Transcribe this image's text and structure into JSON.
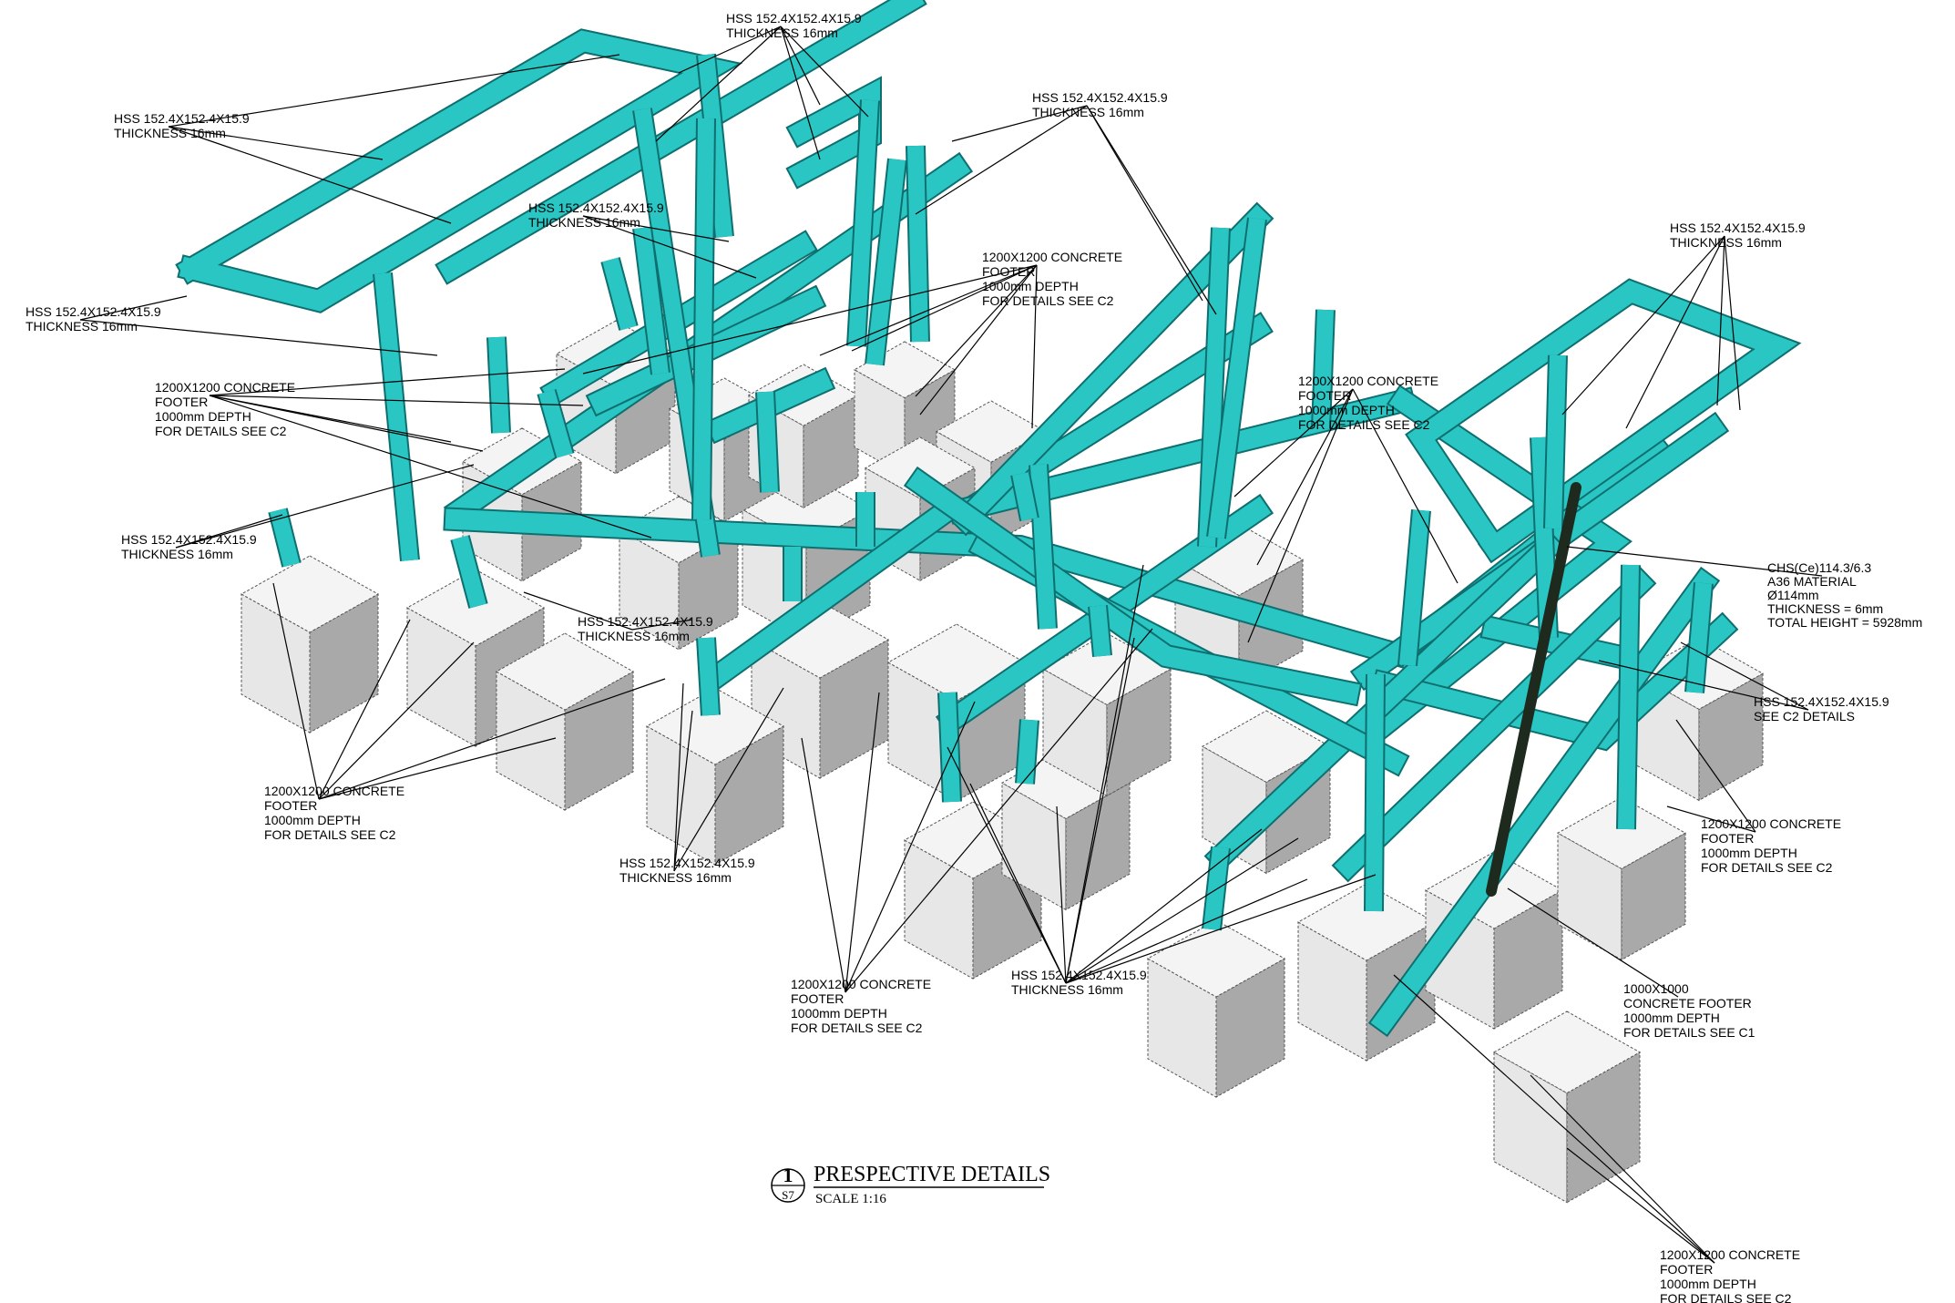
{
  "drawing": {
    "title": "PRESPECTIVE DETAILS",
    "scale": "SCALE 1:16",
    "detail_number": "1",
    "sheet_ref": "S7"
  },
  "colors": {
    "steel": "#29c6c4",
    "steel_edge": "#0f6f6f",
    "concrete_light": "#f4f4f4",
    "concrete_dark": "#a9a9a9",
    "chs_pipe": "#1e2a1e"
  },
  "callouts": [
    {
      "id": "hss_top_center",
      "lines": [
        "HSS 152.4X152.4X15.9",
        "THICKNESS 16mm"
      ]
    },
    {
      "id": "hss_top_left",
      "lines": [
        "HSS 152.4X152.4X15.9",
        "THICKNESS 16mm"
      ]
    },
    {
      "id": "hss_mid_upper",
      "lines": [
        "HSS 152.4X152.4X15.9",
        "THICKNESS 16mm"
      ]
    },
    {
      "id": "hss_top_right_center",
      "lines": [
        "HSS 152.4X152.4X15.9",
        "THICKNESS 16mm"
      ]
    },
    {
      "id": "footer_mid_upper",
      "lines": [
        "1200X1200 CONCRETE",
        "FOOTER",
        "1000mm DEPTH",
        "FOR DETAILS SEE C2"
      ]
    },
    {
      "id": "hss_left_mid",
      "lines": [
        "HSS 152.4X152.4X15.9",
        "THICKNESS 16mm"
      ]
    },
    {
      "id": "footer_left_upper",
      "lines": [
        "1200X1200 CONCRETE",
        "FOOTER",
        "1000mm DEPTH",
        "FOR DETAILS SEE C2"
      ]
    },
    {
      "id": "hss_left_lower",
      "lines": [
        "HSS 152.4X152.4X15.9",
        "THICKNESS 16mm"
      ]
    },
    {
      "id": "hss_center_left",
      "lines": [
        "HSS 152.4X152.4X15.9",
        "THICKNESS 16mm"
      ]
    },
    {
      "id": "footer_left_lower",
      "lines": [
        "1200X1200 CONCRETE",
        "FOOTER",
        "1000mm DEPTH",
        "FOR DETAILS SEE C2"
      ]
    },
    {
      "id": "hss_bottom_left",
      "lines": [
        "HSS 152.4X152.4X15.9",
        "THICKNESS 16mm"
      ]
    },
    {
      "id": "footer_bottom_center",
      "lines": [
        "1200X1200 CONCRETE",
        "FOOTER",
        "1000mm DEPTH",
        "FOR DETAILS SEE C2"
      ]
    },
    {
      "id": "hss_bottom_center",
      "lines": [
        "HSS 152.4X152.4X15.9",
        "THICKNESS 16mm"
      ]
    },
    {
      "id": "footer_right_upper",
      "lines": [
        "1200X1200 CONCRETE",
        "FOOTER",
        "1000mm DEPTH",
        "FOR DETAILS SEE C2"
      ]
    },
    {
      "id": "hss_far_right",
      "lines": [
        "HSS 152.4X152.4X15.9",
        "THICKNESS 16mm"
      ]
    },
    {
      "id": "chs_pipe",
      "lines": [
        "CHS(Ce)114.3/6.3",
        "A36 MATERIAL",
        "Ø114mm",
        "THICKNESS = 6mm",
        "TOTAL HEIGHT = 5928mm"
      ]
    },
    {
      "id": "hss_right_c2",
      "lines": [
        "HSS 152.4X152.4X15.9",
        "SEE C2 DETAILS"
      ]
    },
    {
      "id": "footer_right_mid",
      "lines": [
        "1200X1200 CONCRETE",
        "FOOTER",
        "1000mm DEPTH",
        "FOR DETAILS SEE C2"
      ]
    },
    {
      "id": "footer_1000",
      "lines": [
        "1000X1000",
        "CONCRETE FOOTER",
        "1000mm DEPTH",
        "FOR DETAILS SEE C1"
      ]
    },
    {
      "id": "footer_bottom_right",
      "lines": [
        "1200X1200 CONCRETE",
        "FOOTER",
        "1000mm DEPTH",
        "FOR DETAILS SEE C2"
      ]
    }
  ]
}
